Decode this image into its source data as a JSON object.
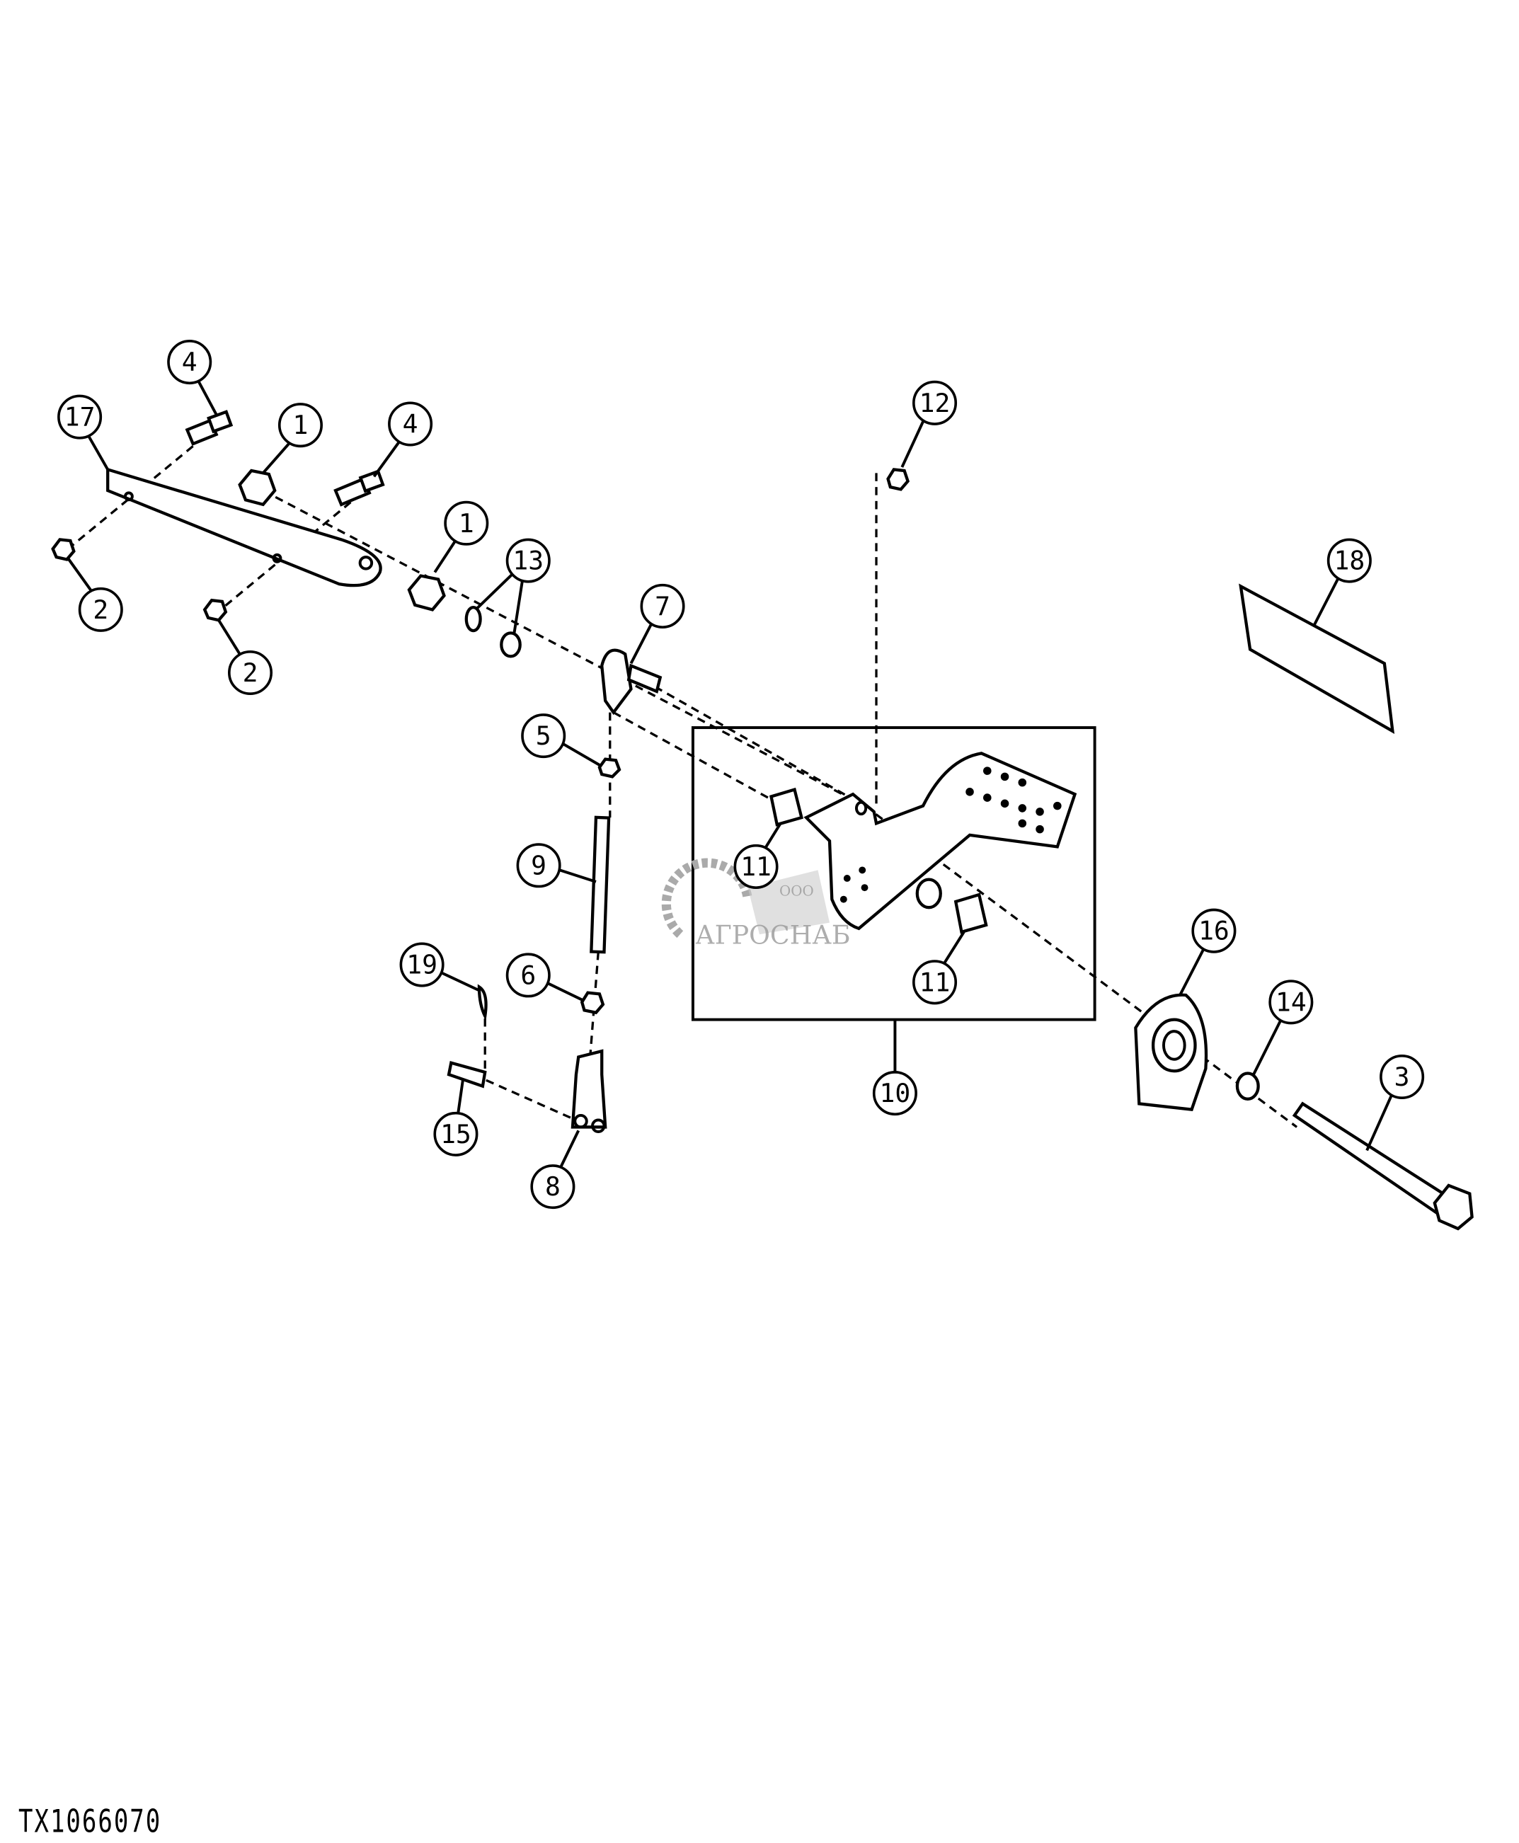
{
  "figure_id": "TX1066070",
  "watermark": {
    "small": "ООО",
    "name": "АГРОСНАБ"
  },
  "callouts": {
    "c1a": "1",
    "c1b": "1",
    "c2a": "2",
    "c2b": "2",
    "c3": "3",
    "c4a": "4",
    "c4b": "4",
    "c5": "5",
    "c6": "6",
    "c7": "7",
    "c8": "8",
    "c9": "9",
    "c10": "10",
    "c11a": "11",
    "c11b": "11",
    "c12": "12",
    "c13": "13",
    "c14": "14",
    "c15": "15",
    "c16": "16",
    "c17": "17",
    "c18": "18",
    "c19": "19"
  }
}
